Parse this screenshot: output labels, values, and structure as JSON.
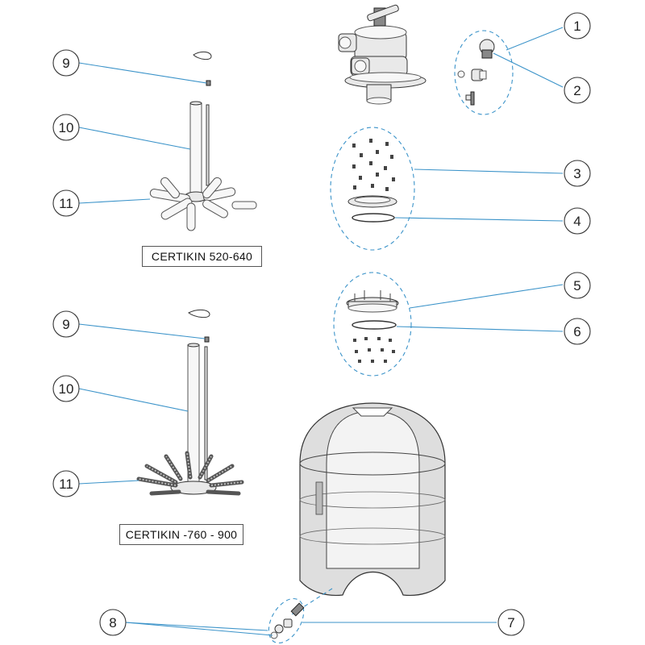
{
  "callouts": [
    {
      "label": "1"
    },
    {
      "label": "2"
    },
    {
      "label": "3"
    },
    {
      "label": "4"
    },
    {
      "label": "5"
    },
    {
      "label": "6"
    },
    {
      "label": "7"
    },
    {
      "label": "8"
    },
    {
      "label": "9"
    },
    {
      "label": "10"
    },
    {
      "label": "11"
    },
    {
      "label": "9"
    },
    {
      "label": "10"
    },
    {
      "label": "11"
    }
  ],
  "model_labels": {
    "top": "CERTIKIN  520-640",
    "bottom": "CERTIKIN -760 - 900"
  },
  "colors": {
    "leader": "#3b93c9",
    "outline": "#333333",
    "fill": "#e9e9e9"
  }
}
